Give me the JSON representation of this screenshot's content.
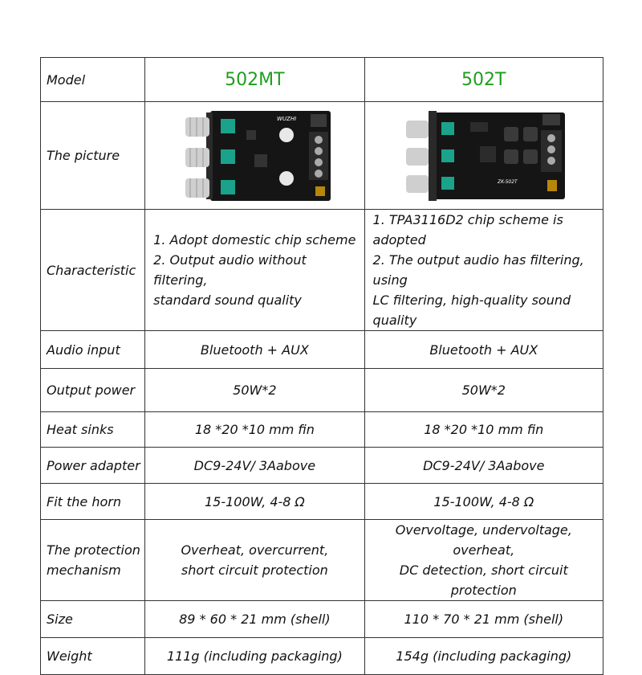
{
  "table": {
    "rows": [
      {
        "label": "Model",
        "a": "502MT",
        "b": "502T"
      },
      {
        "label": "The picture"
      },
      {
        "label": "Characteristic",
        "a_lines": [
          "1. Adopt domestic chip scheme",
          "2. Output audio without filtering,",
          "standard sound quality"
        ],
        "b_lines": [
          "1. TPA3116D2 chip scheme is adopted",
          "2. The output audio has filtering, using",
          "LC filtering, high-quality sound quality"
        ]
      },
      {
        "label": "Audio input",
        "a": "Bluetooth + AUX",
        "b": "Bluetooth + AUX"
      },
      {
        "label": "Output power",
        "a": "50W*2",
        "b": "50W*2"
      },
      {
        "label": "Heat sinks",
        "a": "18 *20 *10 mm fin",
        "b": "18 *20 *10 mm fin"
      },
      {
        "label": "Power adapter",
        "a": "DC9-24V/ 3Aabove",
        "b": "DC9-24V/ 3Aabove"
      },
      {
        "label": "Fit the horn",
        "a": "15-100W, 4-8 Ω",
        "b": "15-100W, 4-8 Ω"
      },
      {
        "label_lines": [
          "The protection",
          "mechanism"
        ],
        "a_lines": [
          "Overheat, overcurrent,",
          "short circuit protection"
        ],
        "b_lines": [
          "Overvoltage, undervoltage, overheat,",
          "DC detection, short circuit protection"
        ]
      },
      {
        "label": "Size",
        "a": "89 * 60 * 21 mm (shell)",
        "b": "110 * 70 * 21 mm (shell)"
      },
      {
        "label": "Weight",
        "a": "111g (including packaging)",
        "b": "154g (including packaging)"
      }
    ]
  },
  "pictures": {
    "board_a_brand": "WUZHI",
    "board_b_brand": "ZK-502T",
    "pcb_color": "#151515",
    "knob_color": "#cfcfcf",
    "pot_color": "#1aa38a"
  }
}
